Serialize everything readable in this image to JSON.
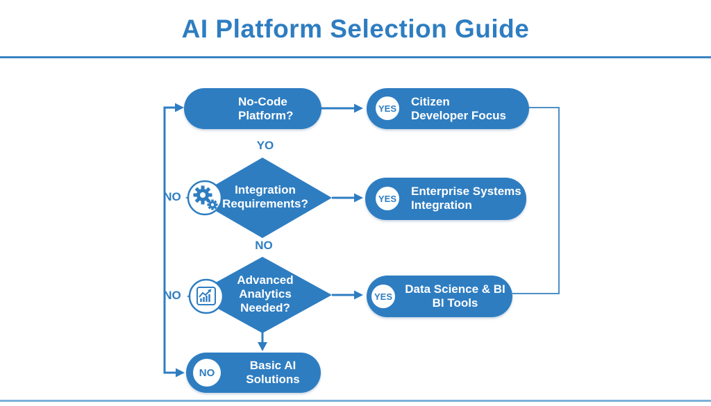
{
  "header": {
    "title": "AI Platform Selection Guide"
  },
  "colors": {
    "primary_blue": "#2e7dc1",
    "connector_light_blue": "#4c8fc4",
    "title_rule_blue": "#3a83c2",
    "bottom_rule_blue": "#7cb0d9",
    "node_text": "#ffffff"
  },
  "nodes": {
    "no_code": {
      "icon": "puzzle-icon",
      "line1": "No-Code",
      "line2": "Platform?"
    },
    "citizen": {
      "badge": "YES",
      "line1": "Citizen",
      "line2": "Developer Focus"
    },
    "integration": {
      "icon": "gears-icon",
      "line1": "Integration",
      "line2": "Requirements?"
    },
    "enterprise": {
      "badge": "YES",
      "line1": "Enterprise Systems",
      "line2": "Integration"
    },
    "analytics": {
      "icon": "chart-icon",
      "line1": "Advanced",
      "line2": "Analytics",
      "line3": "Needed?"
    },
    "data_science": {
      "badge": "YES",
      "line1": "Data Science & BI",
      "line2": "BI Tools"
    },
    "basic": {
      "badge": "NO",
      "line1": "Basic AI",
      "line2": "Solutions"
    }
  },
  "edge_labels": {
    "yo_between_row1_row2": "YO",
    "no_between_row2_row3": "NO",
    "no_left_row2": "NO",
    "no_left_row3": "NO"
  }
}
